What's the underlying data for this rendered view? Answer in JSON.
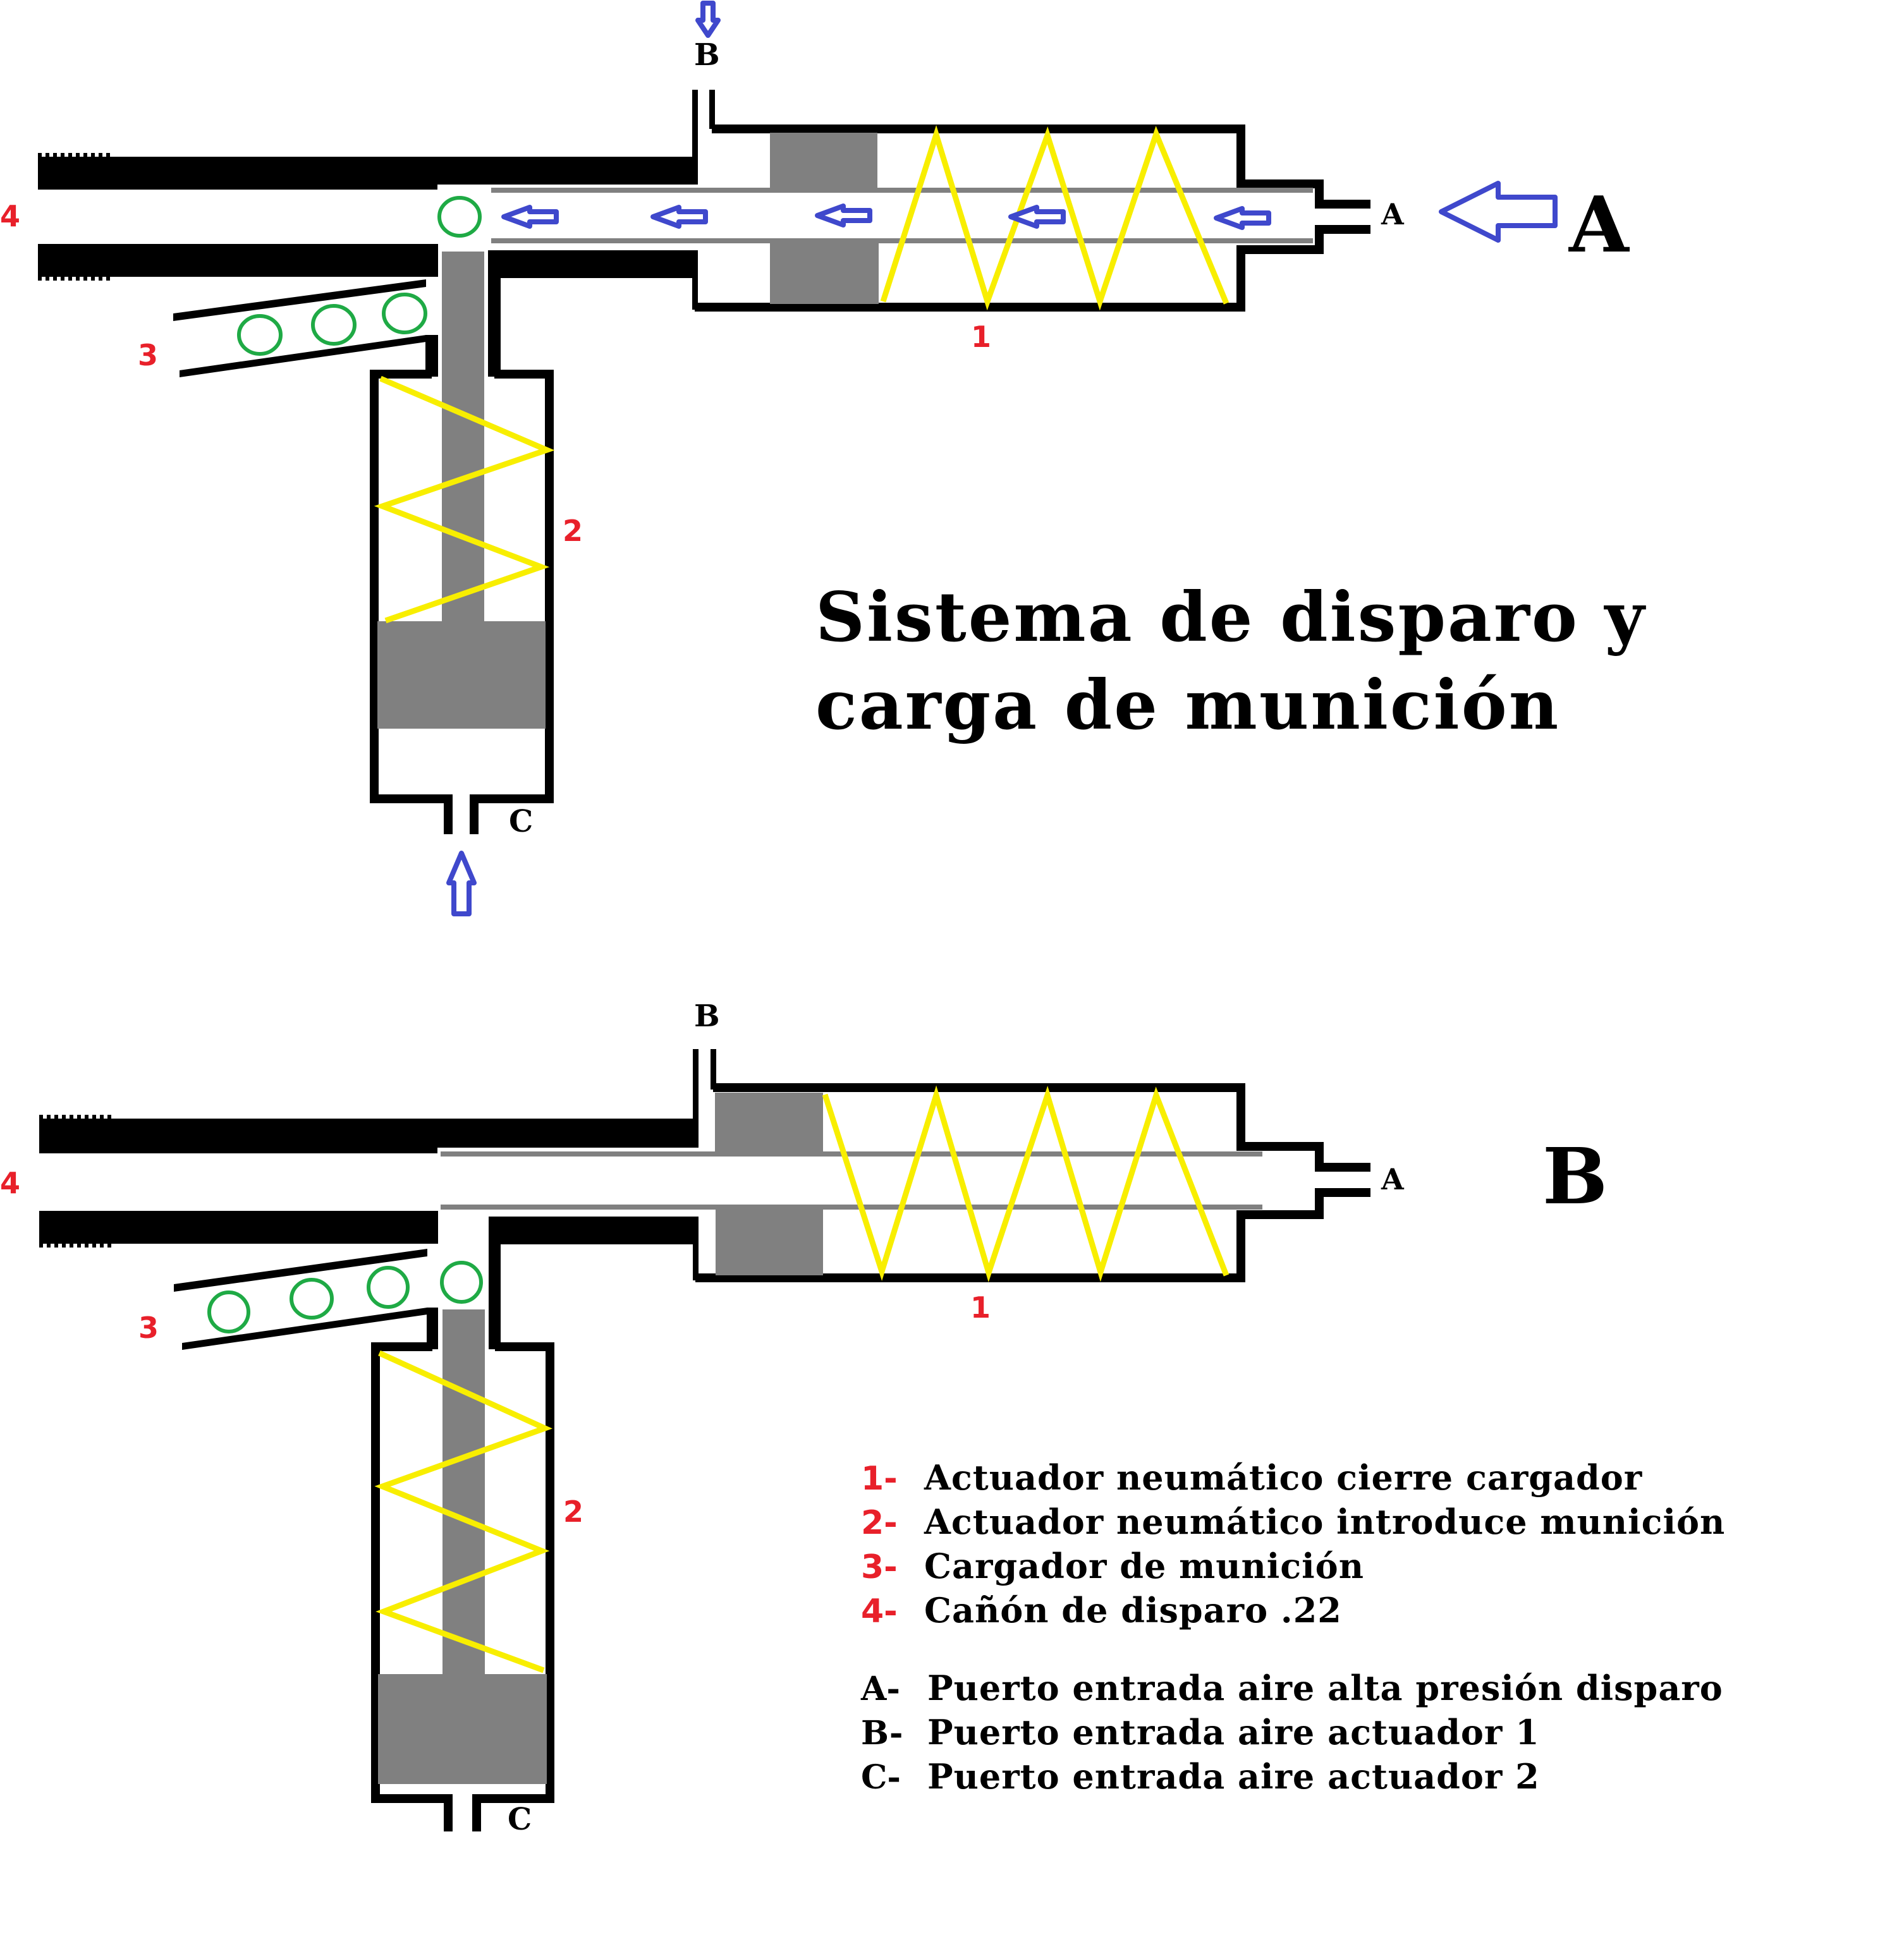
{
  "title": {
    "line1": "Sistema de disparo y",
    "line2": "carga de munición"
  },
  "colors": {
    "label_numbers": "#e8202a",
    "air_arrows": "#3f48cc",
    "springs": "#f8ee00",
    "ammo": "#1faa45",
    "pistons": "#808080",
    "walls": "#000000"
  },
  "diagram_a": {
    "state_label": "A",
    "port_a": "A",
    "port_b": "B",
    "port_c": "C",
    "part_1": "1",
    "part_2": "2",
    "part_3": "3",
    "part_4": "4"
  },
  "diagram_b": {
    "state_label": "B",
    "port_a": "A",
    "port_b": "B",
    "port_c": "C",
    "part_1": "1",
    "part_2": "2",
    "part_3": "3",
    "part_4": "4"
  },
  "legend": {
    "parts": [
      {
        "key": "1-",
        "text": "Actuador neumático cierre cargador"
      },
      {
        "key": "2-",
        "text": "Actuador neumático introduce munición"
      },
      {
        "key": "3-",
        "text": "Cargador de munición"
      },
      {
        "key": "4-",
        "text": "Cañón de disparo .22"
      }
    ],
    "ports": [
      {
        "key": "A-",
        "text": "Puerto entrada aire alta presión disparo"
      },
      {
        "key": "B-",
        "text": "Puerto entrada aire actuador 1"
      },
      {
        "key": "C-",
        "text": "Puerto entrada aire actuador 2"
      }
    ]
  }
}
